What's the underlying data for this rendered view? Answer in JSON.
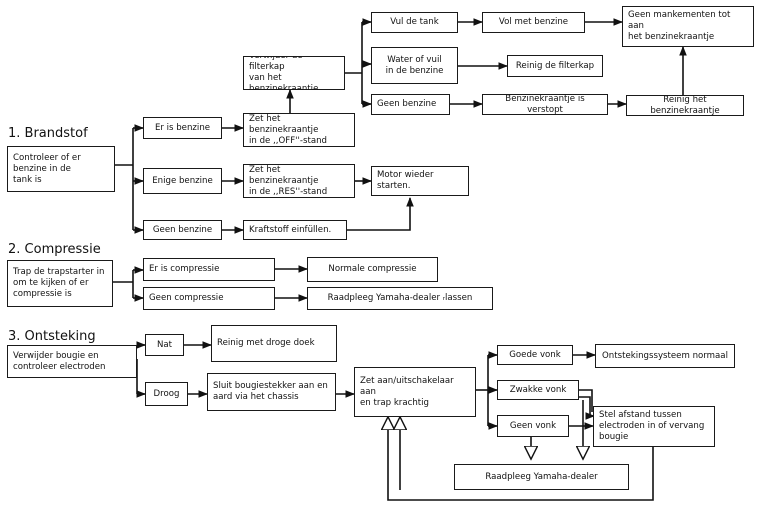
{
  "sections": {
    "brandstof": "1.  Brandstof",
    "compressie": "2.  Compressie",
    "ontsteking": "3.  Ontsteking"
  },
  "fuel": {
    "check": "Controleer of er\nbenzine in de\ntank is",
    "has_fuel": "Er is benzine",
    "some_fuel": "Enige benzine",
    "no_fuel": "Geen benzine",
    "tap_off": "Zet het benzinekraantje\nin de ,,OFF''-stand",
    "tap_res": "Zet het benzinekraantje\nin de ,,RES''-stand",
    "refuel": "Kraftstoff einfüllen.",
    "restart": "Motor wieder\nstarten.",
    "remove_cap": "Verwijder de filterkap\nvan het benzinekraantje",
    "fill_tank": "Vul de tank",
    "full": "Vol met benzine",
    "no_defects": "Geen mankementen tot aan\nhet benzinekraantje",
    "water_dirt": "Water of vuil\nin de benzine",
    "clean_cap": "Reinig de filterkap",
    "no_petrol": "Geen benzine",
    "tap_blocked": "Benzinekraantje is verstopt",
    "clean_tap": "Reinig het benzinekraantje"
  },
  "compression": {
    "check": "Trap de trapstarter in\nom te kijken of er\ncompressie is",
    "has": "Er is compressie",
    "normal": "Normale compressie",
    "none": "Geen compressie",
    "dealer": "Raadpleeg Yamaha-dealer  ᵣlassen"
  },
  "ignition": {
    "check": "Verwijder bougie en\ncontroleer electroden",
    "wet": "Nat",
    "clean_cloth": "Reinig met droge doek",
    "dry": "Droog",
    "connect_cap": "Sluit bougiestekker aan en\naard via het chassis",
    "switch_on": "Zet aan/uitschakelaar aan\nen trap krachtig",
    "good_spark": "Goede vonk",
    "system_normal": "Ontstekingssysteem normaal",
    "weak_spark": "Zwakke vonk",
    "no_spark": "Geen vonk",
    "adjust_gap": "Stel afstand tussen\nelectroden in of vervang\nbougie",
    "dealer": "Raadpleeg Yamaha-dealer"
  }
}
